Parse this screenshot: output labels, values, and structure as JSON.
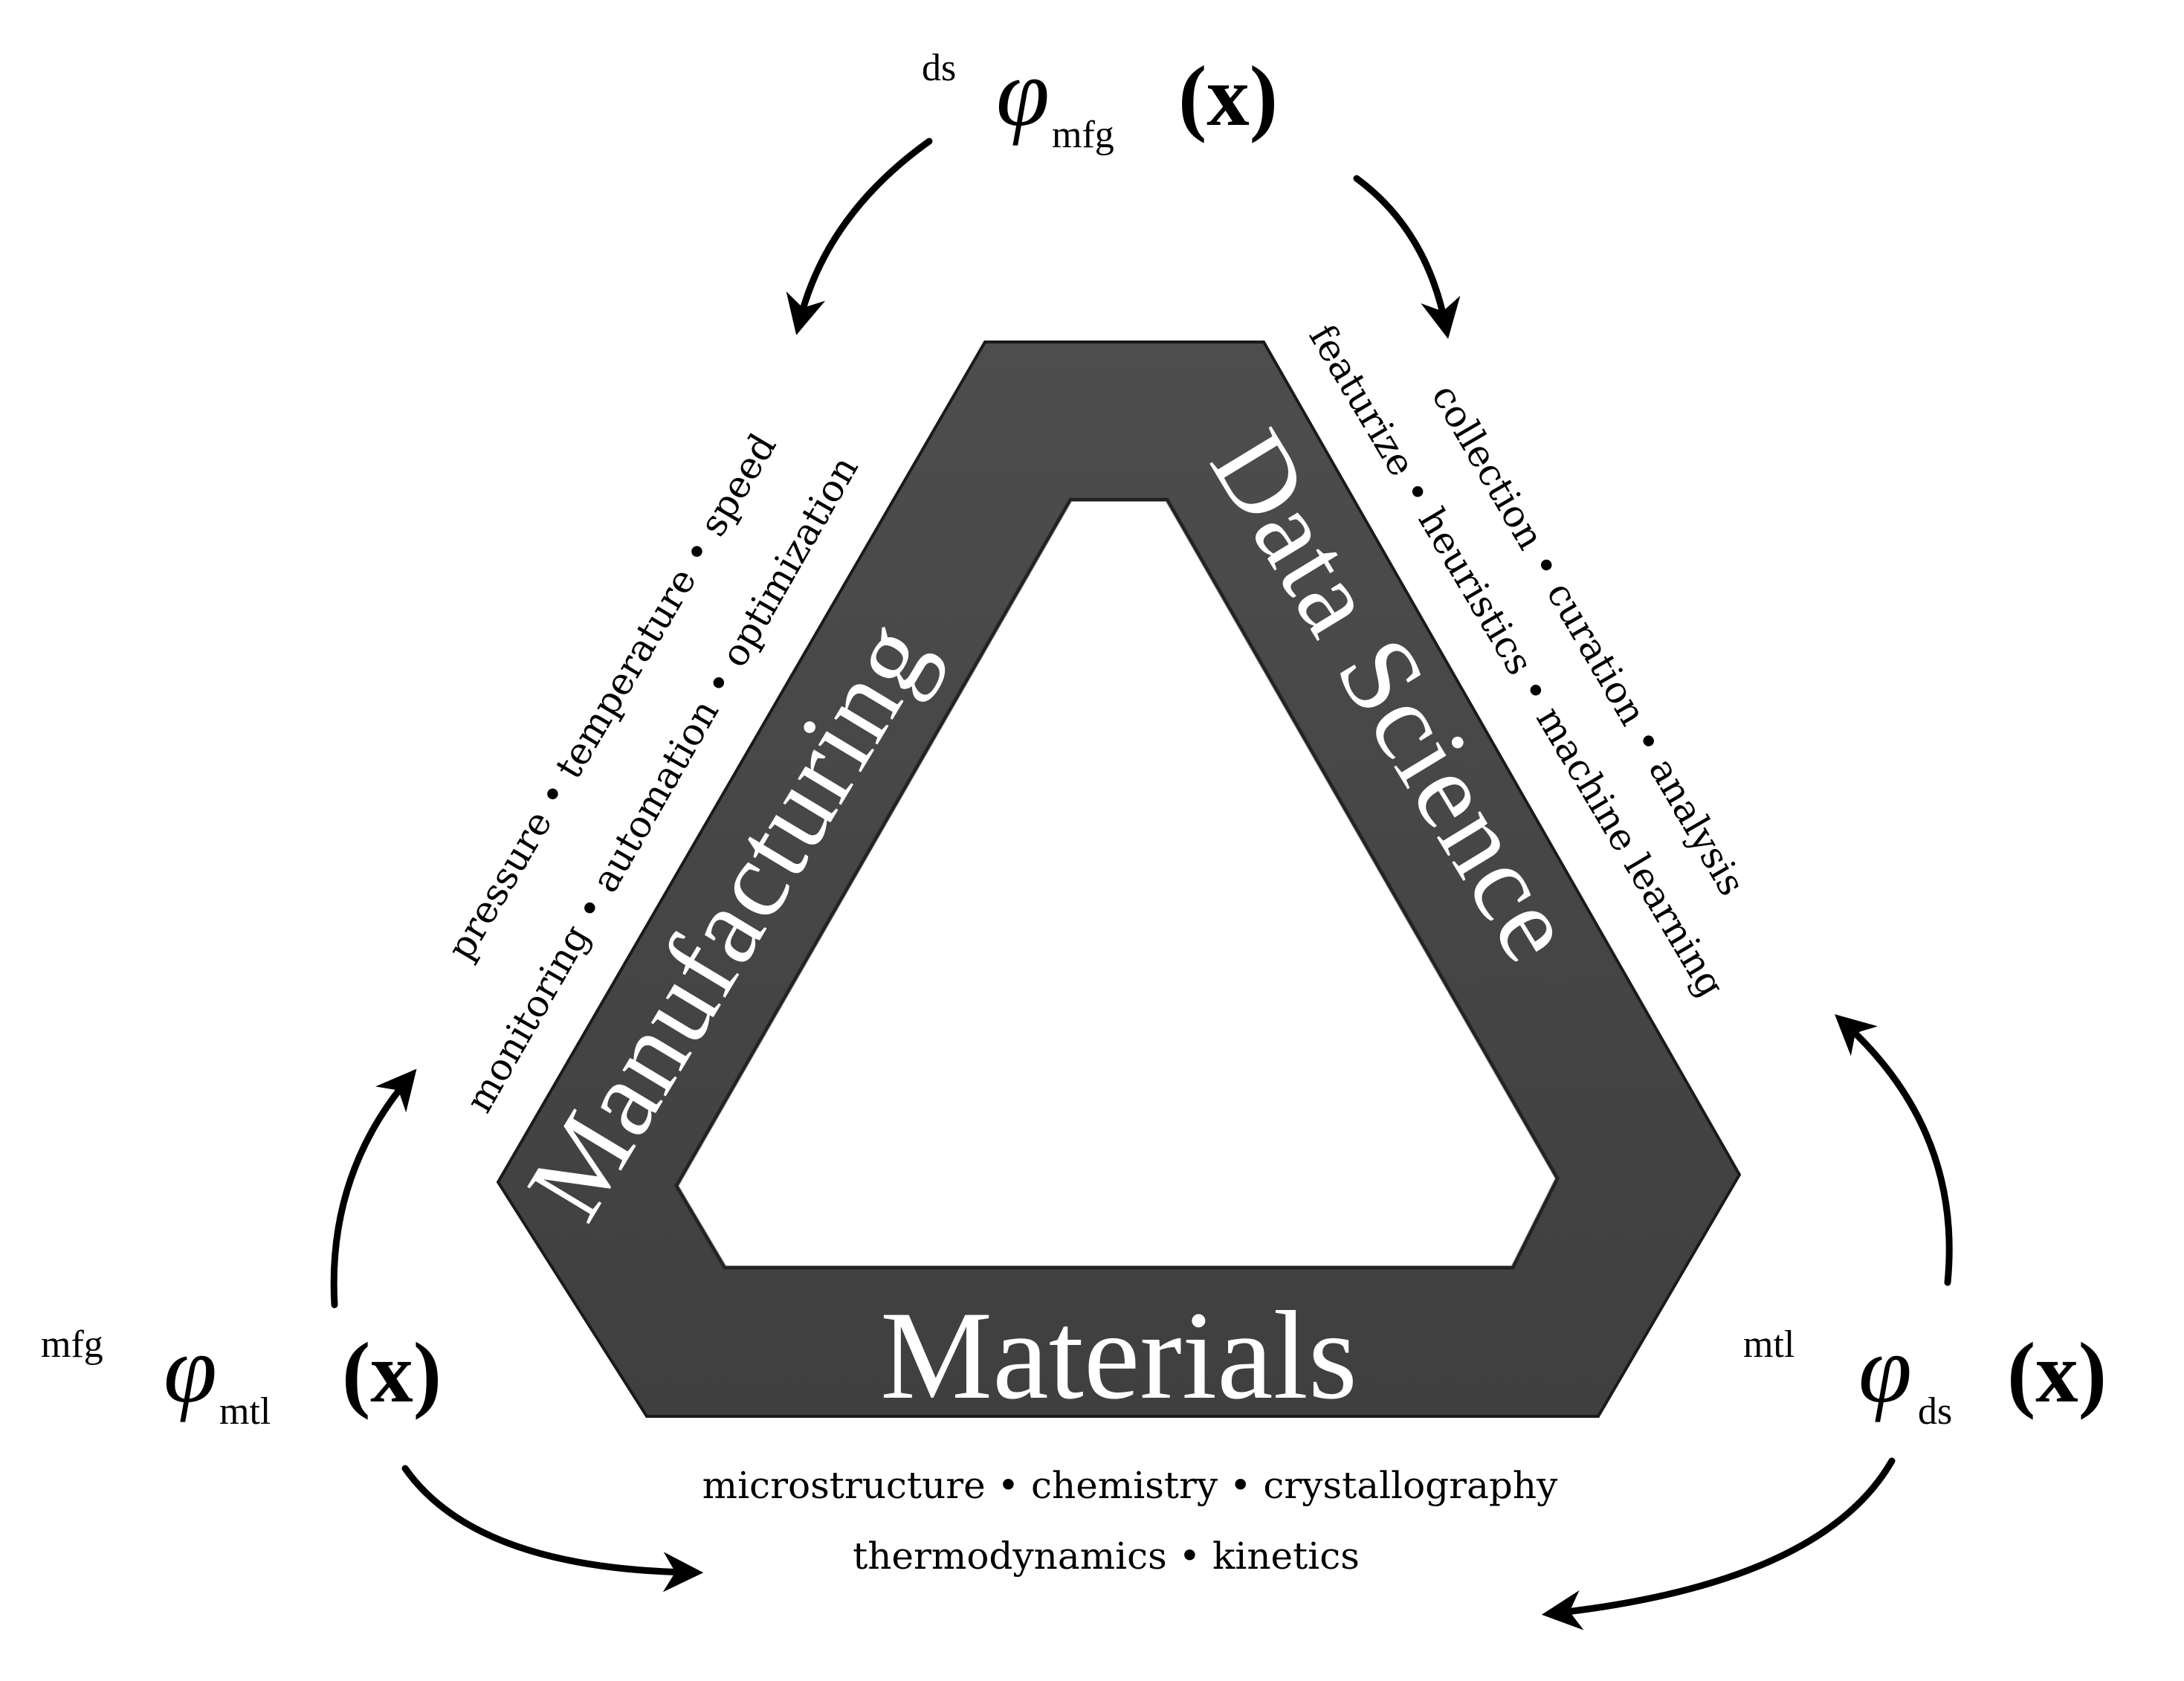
{
  "domains": {
    "manufacturing": "Manufacturing",
    "data_science": "Data Science",
    "materials": "Materials"
  },
  "keywords": {
    "manufacturing_line1": "pressure • temperature • speed",
    "manufacturing_line2": "monitoring • automation • optimization",
    "data_science_line1": "collection • curation • analysis",
    "data_science_line2": "featurize • heuristics • machine learning",
    "materials_line1": "microstructure • chemistry • crystallography",
    "materials_line2": "thermodynamics • kinetics"
  },
  "mappings": {
    "top": {
      "pre": "ds",
      "sym": "φ",
      "sub": "mfg",
      "arg": "(x)"
    },
    "left": {
      "pre": "mfg",
      "sym": "φ",
      "sub": "mtl",
      "arg": "(x)"
    },
    "right": {
      "pre": "mtl",
      "sym": "φ",
      "sub": "ds",
      "arg": "(x)"
    }
  },
  "colors": {
    "frame": "#474747",
    "frame_edge": "#1a1a1a",
    "text_on_frame": "#ffffff",
    "ink": "#000000"
  }
}
